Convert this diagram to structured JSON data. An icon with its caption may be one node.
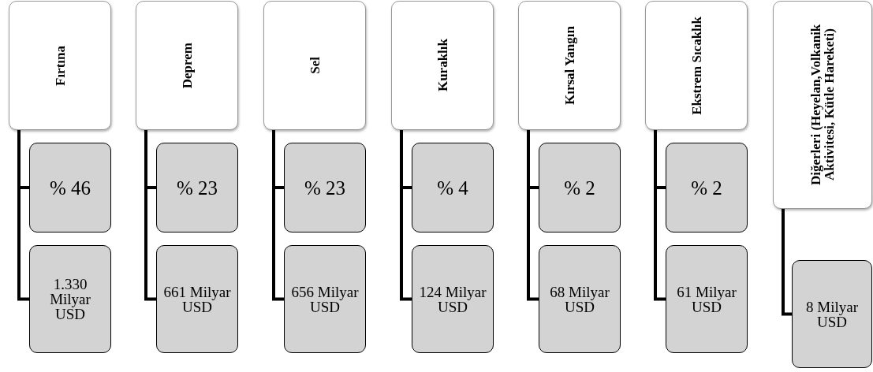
{
  "diagram": {
    "nodes": [
      {
        "text": [
          "Fırtına"
        ]
      },
      {
        "text": [
          "% 46"
        ]
      },
      {
        "text": [
          "1.330 Milyar USD"
        ]
      },
      {
        "text": [
          "Deprem"
        ]
      },
      {
        "text": [
          "% 23"
        ]
      },
      {
        "text": [
          "661 Milyar USD"
        ]
      },
      {
        "text": [
          "Sel"
        ]
      },
      {
        "text": [
          "% 23"
        ]
      },
      {
        "text": [
          "656 Milyar USD"
        ]
      },
      {
        "text": [
          "Kuraklık"
        ]
      },
      {
        "text": [
          "% 4"
        ]
      },
      {
        "text": [
          "124 Milyar USD"
        ]
      },
      {
        "text": [
          "Kırsal Yangın"
        ]
      },
      {
        "text": [
          "% 2"
        ]
      },
      {
        "text": [
          "68 Milyar USD"
        ]
      },
      {
        "text": [
          "Ekstrem Sıcaklık"
        ]
      },
      {
        "text": [
          "% 2"
        ]
      },
      {
        "text": [
          "61 Milyar USD"
        ]
      },
      {
        "text": [
          "Diğerleri (Heyelan,Volkanik Aktivitesi, Kütle Hareketi)"
        ]
      },
      {
        "text": [
          "8 Milyar USD"
        ]
      }
    ],
    "edges": [
      {
        "from": 0,
        "to": 1,
        "arrow": "none"
      },
      {
        "from": 0,
        "to": 2,
        "arrow": "none"
      },
      {
        "from": 3,
        "to": 4,
        "arrow": "none"
      },
      {
        "from": 3,
        "to": 5,
        "arrow": "none"
      },
      {
        "from": 6,
        "to": 7,
        "arrow": "none"
      },
      {
        "from": 6,
        "to": 8,
        "arrow": "none"
      },
      {
        "from": 9,
        "to": 10,
        "arrow": "none"
      },
      {
        "from": 9,
        "to": 11,
        "arrow": "none"
      },
      {
        "from": 12,
        "to": 13,
        "arrow": "none"
      },
      {
        "from": 12,
        "to": 14,
        "arrow": "none"
      },
      {
        "from": 15,
        "to": 16,
        "arrow": "none"
      },
      {
        "from": 15,
        "to": 17,
        "arrow": "none"
      },
      {
        "from": 18,
        "to": 19,
        "arrow": "none"
      }
    ]
  }
}
